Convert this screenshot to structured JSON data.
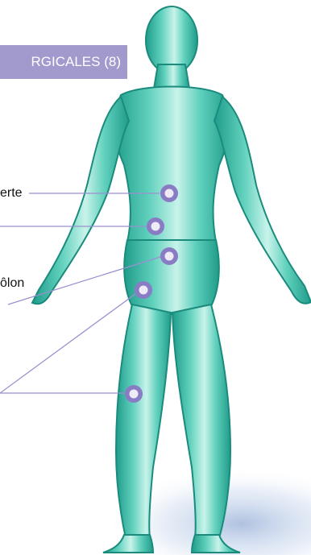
{
  "header": {
    "text": "RGICALES (8)",
    "bg_color": "#a299cc"
  },
  "labels": [
    {
      "text": "erte"
    },
    {
      "text": "ôlon"
    }
  ],
  "colors": {
    "body_fill": "#40b8a5",
    "body_highlight": "#e8fbf7",
    "body_outline": "#1a8b7d",
    "marker_outer": "#8a7cc4",
    "marker_inner": "#ffffff",
    "connector": "#9a90cf",
    "floor_shadow": "#6d8fc7"
  }
}
